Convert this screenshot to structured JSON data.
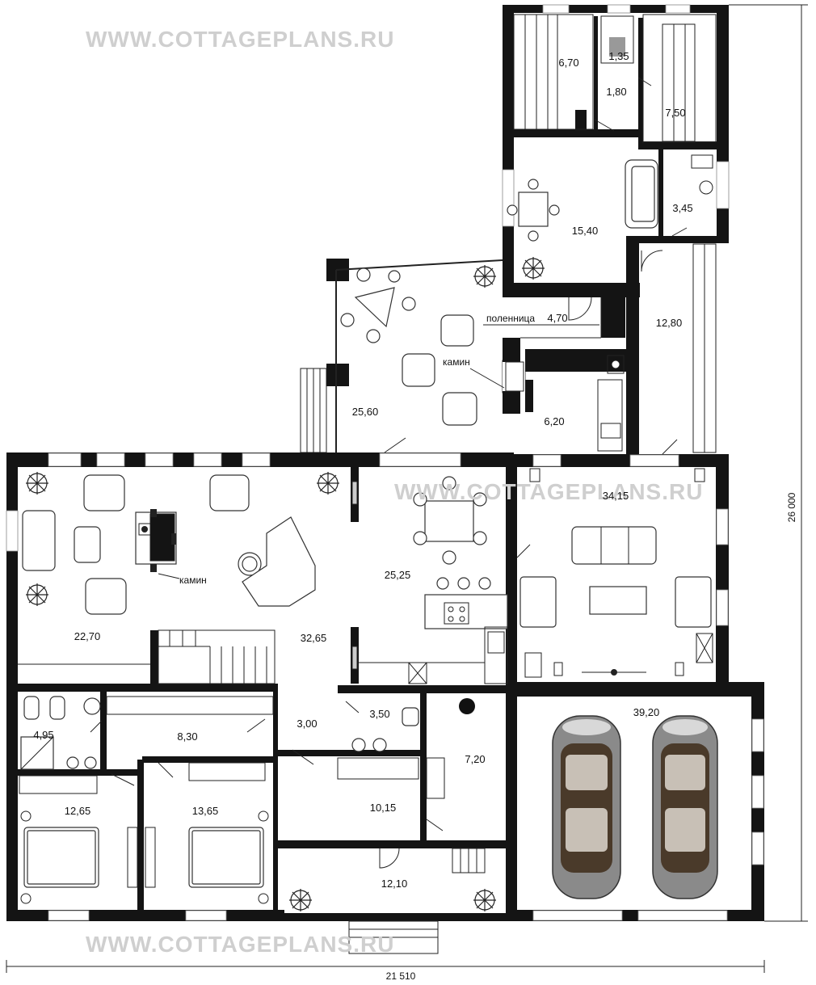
{
  "watermark": {
    "text": "WWW.COTTAGEPLANS.RU"
  },
  "dimensions": {
    "overall_width": "21 510",
    "overall_height": "26 000"
  },
  "rooms": [
    {
      "id": "sauna-left",
      "area": "6,70"
    },
    {
      "id": "sauna-small",
      "area": "1,35"
    },
    {
      "id": "sauna-corridor",
      "area": "1,80"
    },
    {
      "id": "sauna-right",
      "area": "7,50"
    },
    {
      "id": "sauna-lounge",
      "area": "15,40"
    },
    {
      "id": "sauna-bath",
      "area": "3,45"
    },
    {
      "id": "woodshed",
      "area": "4,70"
    },
    {
      "id": "corridor-east",
      "area": "12,80"
    },
    {
      "id": "terrace",
      "area": "25,60"
    },
    {
      "id": "boiler",
      "area": "6,20"
    },
    {
      "id": "living-room",
      "area": "22,70"
    },
    {
      "id": "hall",
      "area": "32,65"
    },
    {
      "id": "kitchen-dining",
      "area": "25,25"
    },
    {
      "id": "family-room",
      "area": "34,15"
    },
    {
      "id": "garage",
      "area": "39,20"
    },
    {
      "id": "bath-1",
      "area": "4,95"
    },
    {
      "id": "dressing",
      "area": "8,30"
    },
    {
      "id": "corridor-small",
      "area": "3,00"
    },
    {
      "id": "wc",
      "area": "3,50"
    },
    {
      "id": "utility",
      "area": "7,20"
    },
    {
      "id": "bedroom-1",
      "area": "12,65"
    },
    {
      "id": "bedroom-2",
      "area": "13,65"
    },
    {
      "id": "hall-wardrobe",
      "area": "10,15"
    },
    {
      "id": "entry",
      "area": "12,10"
    }
  ],
  "labels": {
    "fireplace_terrace": "камин",
    "fireplace_living": "камин",
    "woodshed": "поленница"
  }
}
